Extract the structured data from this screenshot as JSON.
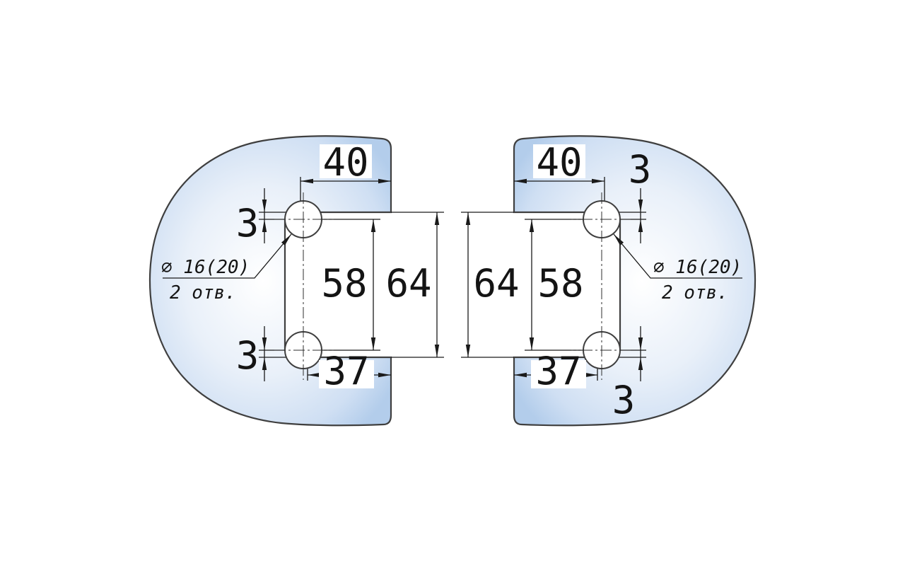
{
  "drawing": {
    "type": "technical-dimension-drawing",
    "panels": {
      "left": {
        "top_width": "40",
        "bottom_width": "37",
        "hole_pitch": "58",
        "cutout_height": "64",
        "hole_edge_offset_top": "3",
        "hole_edge_offset_bottom": "3",
        "hole_note_line1": "∅ 16(20)",
        "hole_note_line2": "2 отв."
      },
      "right": {
        "top_width": "40",
        "bottom_width": "37",
        "hole_pitch": "58",
        "cutout_height": "64",
        "hole_edge_offset_top": "3",
        "hole_edge_offset_bottom": "3",
        "hole_note_line1": "∅ 16(20)",
        "hole_note_line2": "2 отв."
      }
    },
    "colors": {
      "background": "#ffffff",
      "panel_fill_edge": "#b3cdeb",
      "panel_fill_core": "#ffffff",
      "outline": "#3f3f3f",
      "dimension_lines": "#1a1a1a",
      "text": "#141414"
    }
  }
}
